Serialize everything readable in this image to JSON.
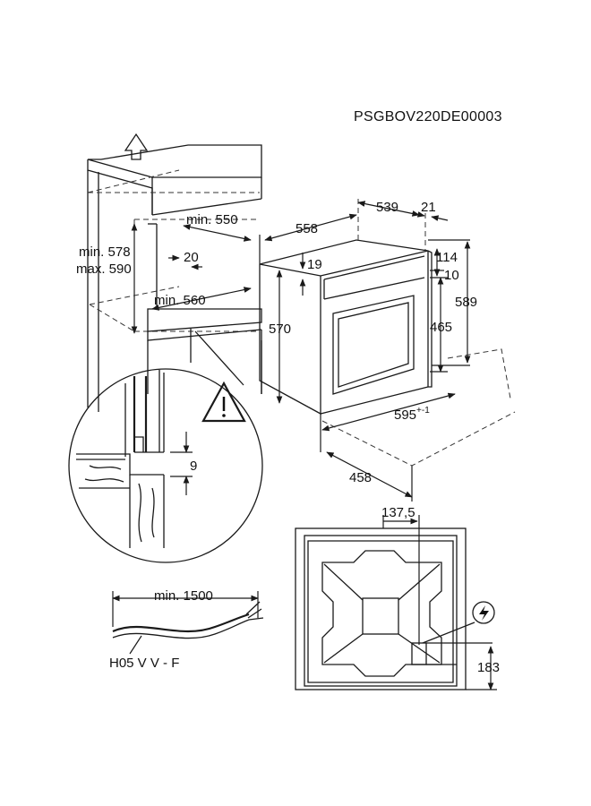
{
  "model_code": "PSGBOV220DE00003",
  "cabinet": {
    "width_min": "min. 550",
    "height_range_min": "min. 578",
    "height_range_max": "max. 590",
    "depth_min": "min. 560",
    "gap": "20"
  },
  "oven": {
    "depth_total": "558",
    "depth_body": "539",
    "front_thickness": "21",
    "top_gap": "19",
    "side_114": "114",
    "side_10": "10",
    "height_total": "589",
    "height_front": "570",
    "height_inner": "465",
    "width": "595",
    "width_tolerance": "+-1",
    "depth_door": "458"
  },
  "detail": {
    "gap_9": "9"
  },
  "cable": {
    "length": "min. 1500",
    "type": "H05 V V - F"
  },
  "rear_view": {
    "offset_x": "137,5",
    "offset_y": "183"
  }
}
